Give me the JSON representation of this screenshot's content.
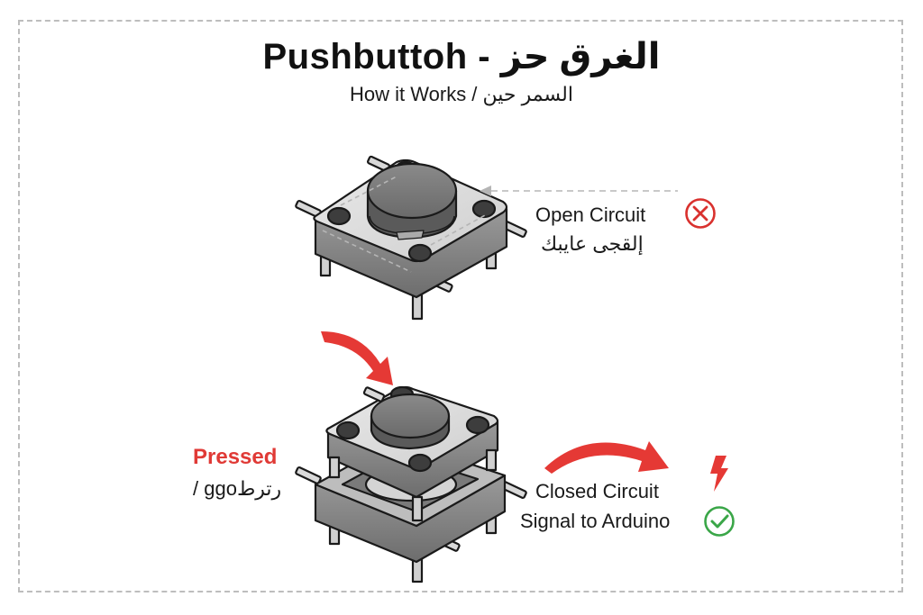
{
  "header": {
    "title": "Pushbuttoh - الغرق حز",
    "subtitle": "How it Works / السمر حين"
  },
  "open_state": {
    "label": "Open Circuit",
    "label_ar": "إلقجى عايبك",
    "status_icon": "x-circle-icon",
    "status_color": "#d9312e"
  },
  "pressed_state": {
    "label": "Pressed",
    "label_ar": "/ ggoرترط",
    "label_color": "#e03a36"
  },
  "closed_state": {
    "label": "Closed Circuit",
    "signal_label": "Signal to Arduino",
    "status_icon": "check-circle-icon",
    "status_color": "#3aa648",
    "bolt_icon": "lightning-bolt-icon",
    "bolt_color": "#e53935"
  },
  "colors": {
    "accent_red": "#e53935",
    "border": "#bdbdbd",
    "switch_body": "#d8d8d8",
    "switch_dark": "#555555"
  }
}
